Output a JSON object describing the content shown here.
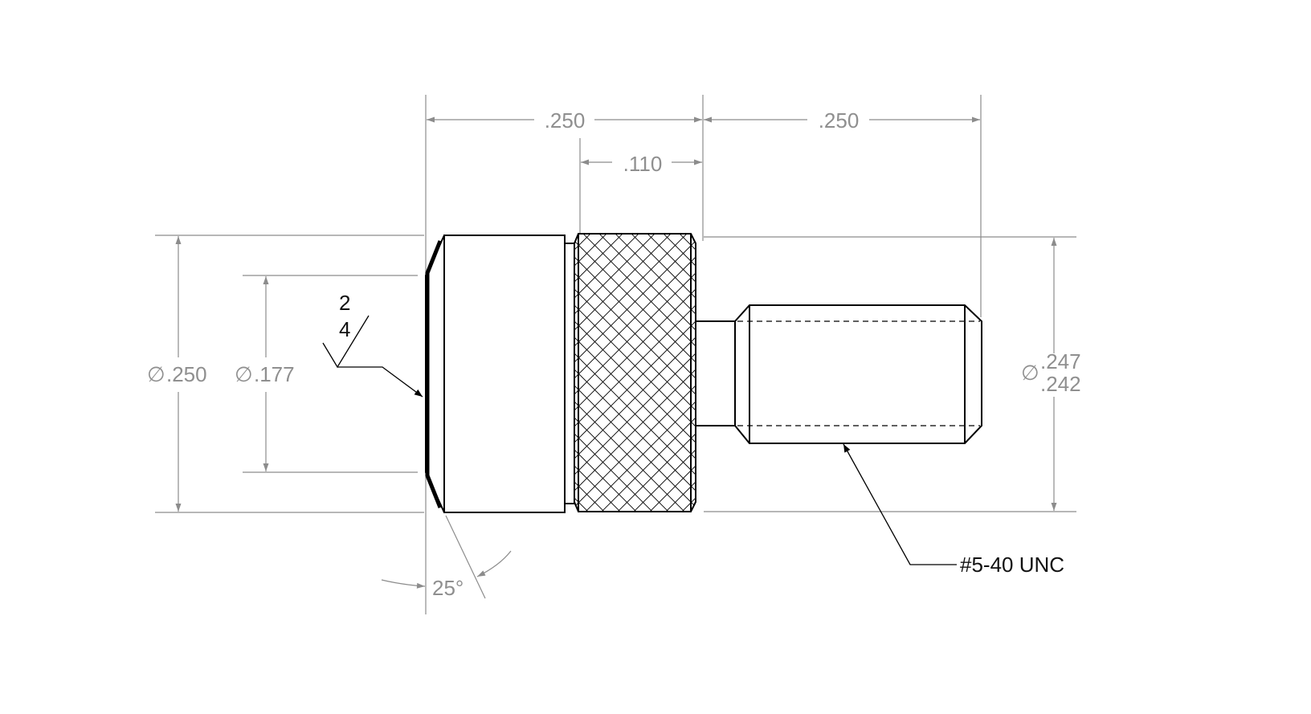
{
  "dimensions": {
    "length_left": ".250",
    "length_right": ".250",
    "knurl_length": ".110",
    "dia_outer_symbol": "∅",
    "dia_outer": ".250",
    "dia_face_symbol": "∅",
    "dia_face": ".177",
    "dia_right_symbol": "∅",
    "dia_right_upper": ".247",
    "dia_right_lower": ".242",
    "chamfer_angle": "25°"
  },
  "annotations": {
    "surface_finish_top": "2",
    "surface_finish_bottom": "4",
    "thread_callout": "#5-40 UNC"
  },
  "colors": {
    "dimension": "#8c8c8c",
    "part_outline": "#000000",
    "background": "#ffffff"
  }
}
